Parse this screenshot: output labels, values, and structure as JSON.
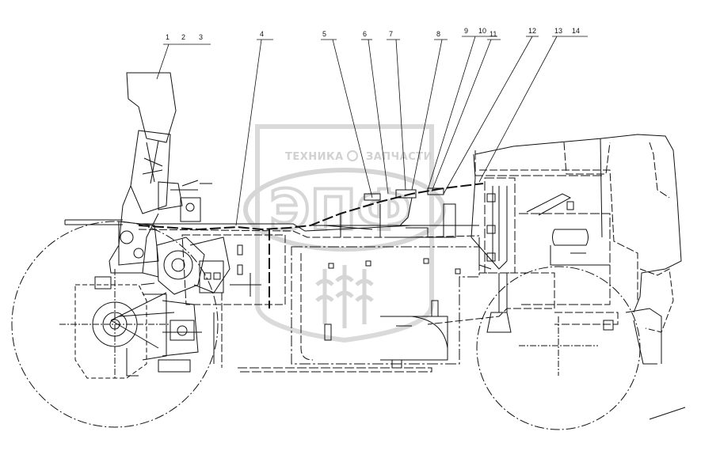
{
  "diagram": {
    "callouts": [
      {
        "id": "c1",
        "label": "1"
      },
      {
        "id": "c2",
        "label": "2"
      },
      {
        "id": "c3",
        "label": "3"
      },
      {
        "id": "c4",
        "label": "4"
      },
      {
        "id": "c5",
        "label": "5"
      },
      {
        "id": "c6",
        "label": "6"
      },
      {
        "id": "c7",
        "label": "7"
      },
      {
        "id": "c8",
        "label": "8"
      },
      {
        "id": "c9",
        "label": "9"
      },
      {
        "id": "c10",
        "label": "10"
      },
      {
        "id": "c11",
        "label": "11"
      },
      {
        "id": "c12",
        "label": "12"
      },
      {
        "id": "c13",
        "label": "13"
      },
      {
        "id": "c14",
        "label": "14"
      }
    ]
  },
  "watermark": {
    "text_left": "ТЕХНИКА",
    "text_right": "ЗАПЧАСТИ",
    "logo_letters": "ЭПФ",
    "color": "#c9c9c9"
  },
  "colors": {
    "line": "#111111",
    "watermark": "#d0d0d0"
  }
}
